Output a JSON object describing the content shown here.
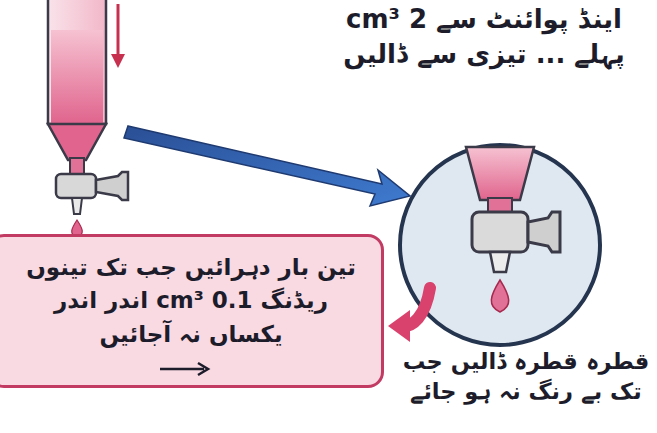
{
  "diagram": {
    "nodes": [
      {
        "text": [
          "تین بار دہرائیں جب تک تینوں ریڈنگ 0.1 cm³ اندر اندر یکساں نہ آجائیں"
        ]
      }
    ],
    "labels": [
      "اینڈ پوائنٹ سے 2 cm³ پہلے ... تیزی سے ڈالیں",
      "قطرہ قطرہ ڈالیں جب تک بے رنگ نہ ہو جائے"
    ]
  }
}
